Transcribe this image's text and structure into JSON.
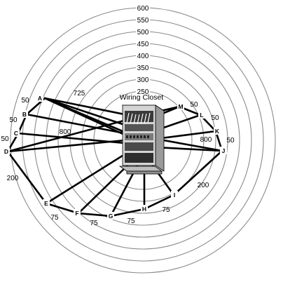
{
  "title": "Wiring Closet",
  "ring_labels": [
    "250",
    "300",
    "350",
    "400",
    "450",
    "500",
    "550",
    "600"
  ],
  "nodes": [
    {
      "id": "A",
      "label": "A"
    },
    {
      "id": "B",
      "label": "B"
    },
    {
      "id": "C",
      "label": "C"
    },
    {
      "id": "D",
      "label": "D"
    },
    {
      "id": "E",
      "label": "E"
    },
    {
      "id": "F",
      "label": "F"
    },
    {
      "id": "G",
      "label": "G"
    },
    {
      "id": "H",
      "label": "H"
    },
    {
      "id": "I",
      "label": "I"
    },
    {
      "id": "J",
      "label": "J"
    },
    {
      "id": "K",
      "label": "K"
    },
    {
      "id": "L",
      "label": "L"
    },
    {
      "id": "M",
      "label": "M"
    }
  ],
  "distance_labels": [
    {
      "id": "a-b",
      "text": "50"
    },
    {
      "id": "b-c",
      "text": "50"
    },
    {
      "id": "c-d",
      "text": "50"
    },
    {
      "id": "d-e",
      "text": "200"
    },
    {
      "id": "e-f",
      "text": "75"
    },
    {
      "id": "f-g",
      "text": "75"
    },
    {
      "id": "g-h",
      "text": "75"
    },
    {
      "id": "h-i",
      "text": "75"
    },
    {
      "id": "i-j",
      "text": "200"
    },
    {
      "id": "j-k",
      "text": "50"
    },
    {
      "id": "k-l",
      "text": "50"
    },
    {
      "id": "l-m",
      "text": "50"
    },
    {
      "id": "a-m",
      "text": "725"
    },
    {
      "id": "a-j",
      "text": "800"
    },
    {
      "id": "d-m",
      "text": "800"
    }
  ],
  "colors": {
    "wire": "#000000",
    "ring": "#8a8a8a",
    "cabinet": "#d4d4d4",
    "cabinet_dark": "#3a3a3a"
  }
}
